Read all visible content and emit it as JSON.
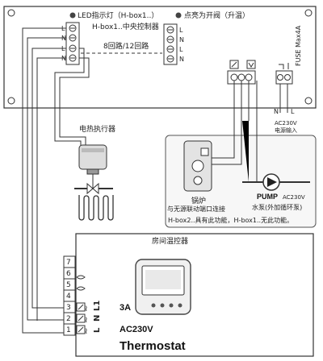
{
  "controller": {
    "led_label": "LED指示灯（H-box1..）",
    "led_open_label": "点亮为开阀（升温）",
    "name": "H-box1..中央控制器",
    "zones": "8回路/12回路",
    "fuse": "FUSE Max4A",
    "terminals_left": [
      "L",
      "N"
    ],
    "terminals_mid": [
      "L",
      "N"
    ],
    "power_terminals": [
      "N",
      "L"
    ],
    "power_voltage": "AC230V",
    "power_input": "电源输入"
  },
  "actuator": {
    "label": "电热执行器"
  },
  "boiler": {
    "label": "锅炉",
    "desc": "与无源联动端口连接",
    "pump_label": "PUMP",
    "pump_voltage": "AC230V",
    "pump_desc": "水泵(外加循环泵)",
    "note": "H-box2..具有此功能，H-box1..无此功能。"
  },
  "thermostat": {
    "room_label": "房间温控器",
    "terminal_numbers": [
      "7",
      "6",
      "5",
      "4",
      "3",
      "2",
      "1"
    ],
    "terminal_codes": [
      "L1",
      "N",
      "L"
    ],
    "current": "3A",
    "voltage": "AC230V",
    "title": "Thermostat"
  },
  "colors": {
    "line": "#333333",
    "panel": "#ffffff",
    "shade": "#e9e9e9"
  }
}
